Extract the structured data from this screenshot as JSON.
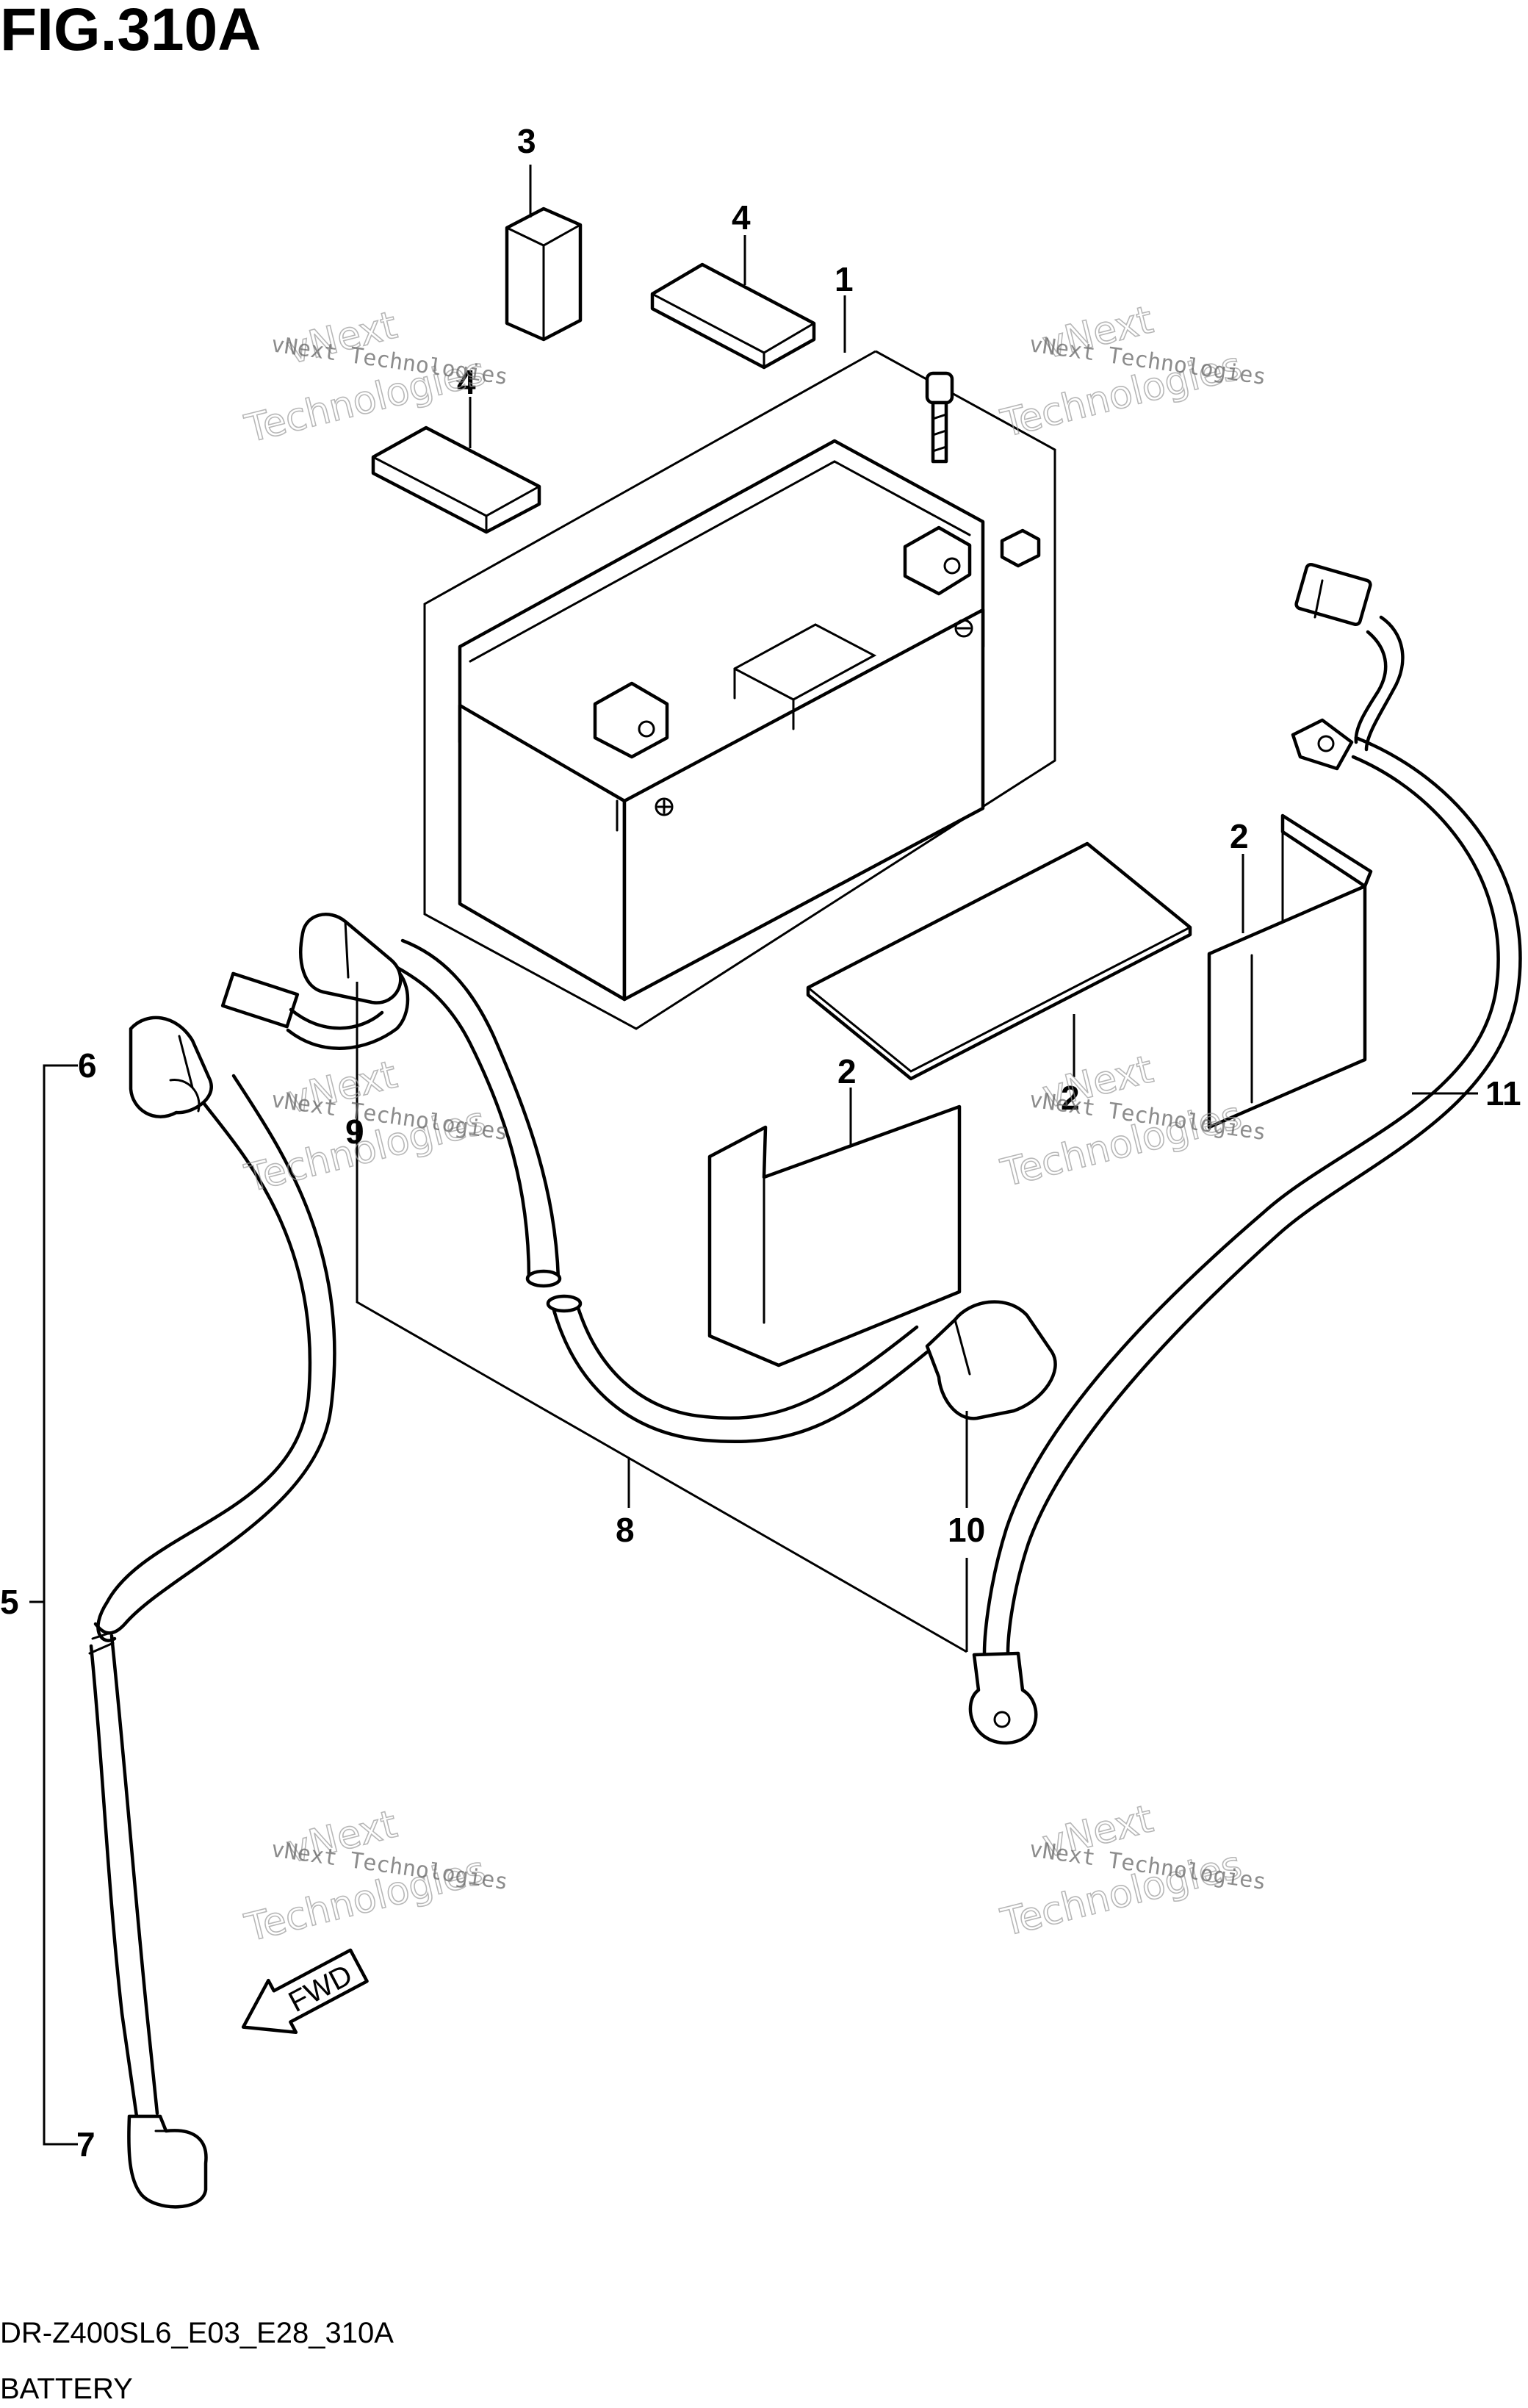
{
  "figure": {
    "title": "FIG.310A",
    "model_code": "DR-Z400SL6_E03_E28_310A",
    "caption": "BATTERY"
  },
  "callouts": {
    "c1": "1",
    "c2a": "2",
    "c2b": "2",
    "c2c": "2",
    "c3": "3",
    "c4a": "4",
    "c4b": "4",
    "c5": "5",
    "c6": "6",
    "c7": "7",
    "c8": "8",
    "c9": "9",
    "c10": "10",
    "c11": "11"
  },
  "watermark": {
    "line1": "vNext Technologies",
    "line2a": "vNext",
    "line2b": "Technologies"
  },
  "direction": {
    "label": "FWD"
  }
}
